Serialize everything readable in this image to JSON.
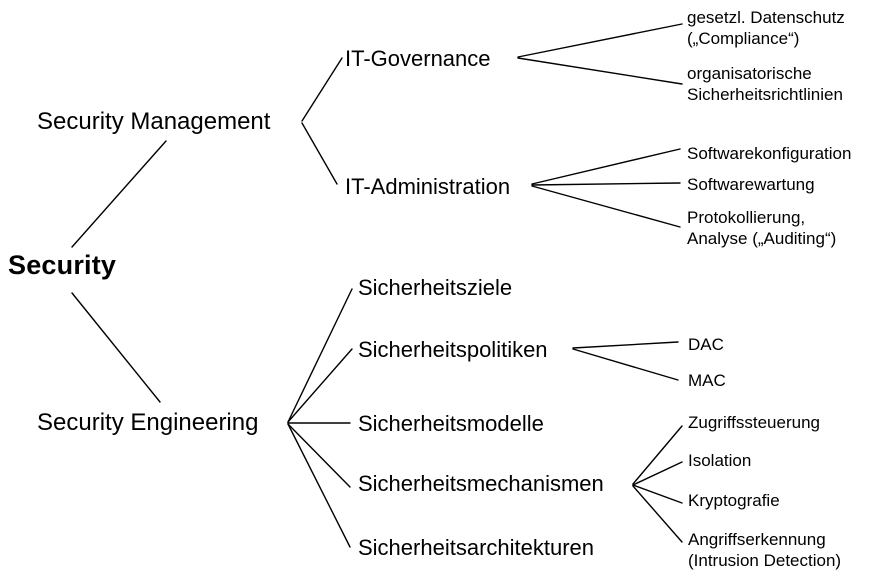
{
  "colors": {
    "background": "#ffffff",
    "line": "#000000",
    "text": "#000000"
  },
  "tree": {
    "label": "Security",
    "children": [
      {
        "label": "Security Management",
        "children": [
          {
            "label": "IT-Governance",
            "children": [
              {
                "label": "gesetzl. Datenschutz\n(„Compliance“)"
              },
              {
                "label": "organisatorische\nSicherheitsrichtlinien"
              }
            ]
          },
          {
            "label": "IT-Administration",
            "children": [
              {
                "label": "Softwarekonfiguration"
              },
              {
                "label": "Softwarewartung"
              },
              {
                "label": "Protokollierung,\nAnalyse („Auditing“)"
              }
            ]
          }
        ]
      },
      {
        "label": "Security Engineering",
        "children": [
          {
            "label": "Sicherheitsziele"
          },
          {
            "label": "Sicherheitspolitiken",
            "children": [
              {
                "label": "DAC"
              },
              {
                "label": "MAC"
              }
            ]
          },
          {
            "label": "Sicherheitsmodelle"
          },
          {
            "label": "Sicherheitsmechanismen",
            "children": [
              {
                "label": "Zugriffssteuerung"
              },
              {
                "label": "Isolation"
              },
              {
                "label": "Kryptografie"
              },
              {
                "label": "Angriffserkennung\n(Intrusion Detection)"
              }
            ]
          },
          {
            "label": "Sicherheitsarchitekturen"
          }
        ]
      }
    ]
  }
}
